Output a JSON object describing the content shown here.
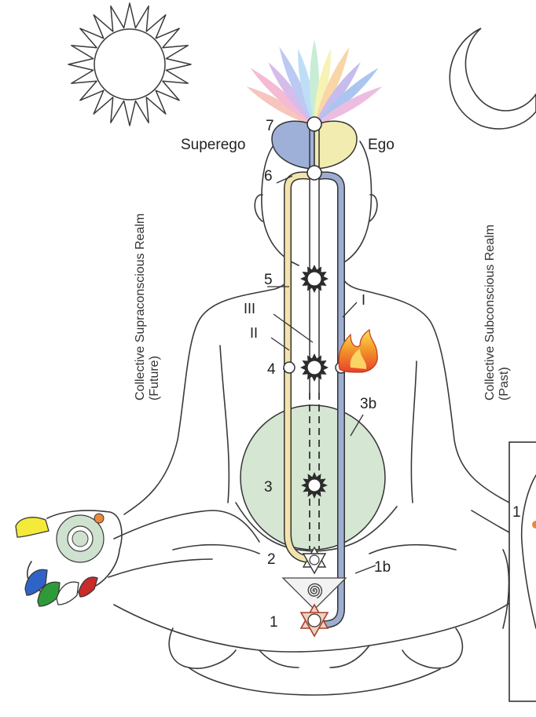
{
  "labels": {
    "superego": "Superego",
    "ego": "Ego",
    "left_realm_line1": "Collective Supraconscious Realm",
    "left_realm_line2": "(Future)",
    "right_realm_line1": "Collective Subconscious Realm",
    "right_realm_line2": "(Past)"
  },
  "chakras": {
    "n7": "7",
    "n6": "6",
    "n5": "5",
    "n4": "4",
    "n3": "3",
    "n3b": "3b",
    "n2": "2",
    "n1": "1",
    "n1b": "1b"
  },
  "channels": {
    "I": "I",
    "II": "II",
    "III": "III"
  },
  "inset": {
    "n1": "1"
  },
  "colors": {
    "yellow_channel": "#f3e4ad",
    "blue_channel": "#9daed0",
    "green_sphere": "#d5e6d3",
    "superego_blue": "#9fb0d8",
    "ego_yellow": "#f2ecb0"
  },
  "icons": [
    "sun-icon",
    "moon-icon",
    "lotus-rays",
    "flame-icon",
    "spiral-icon",
    "star-of-david-icon"
  ]
}
